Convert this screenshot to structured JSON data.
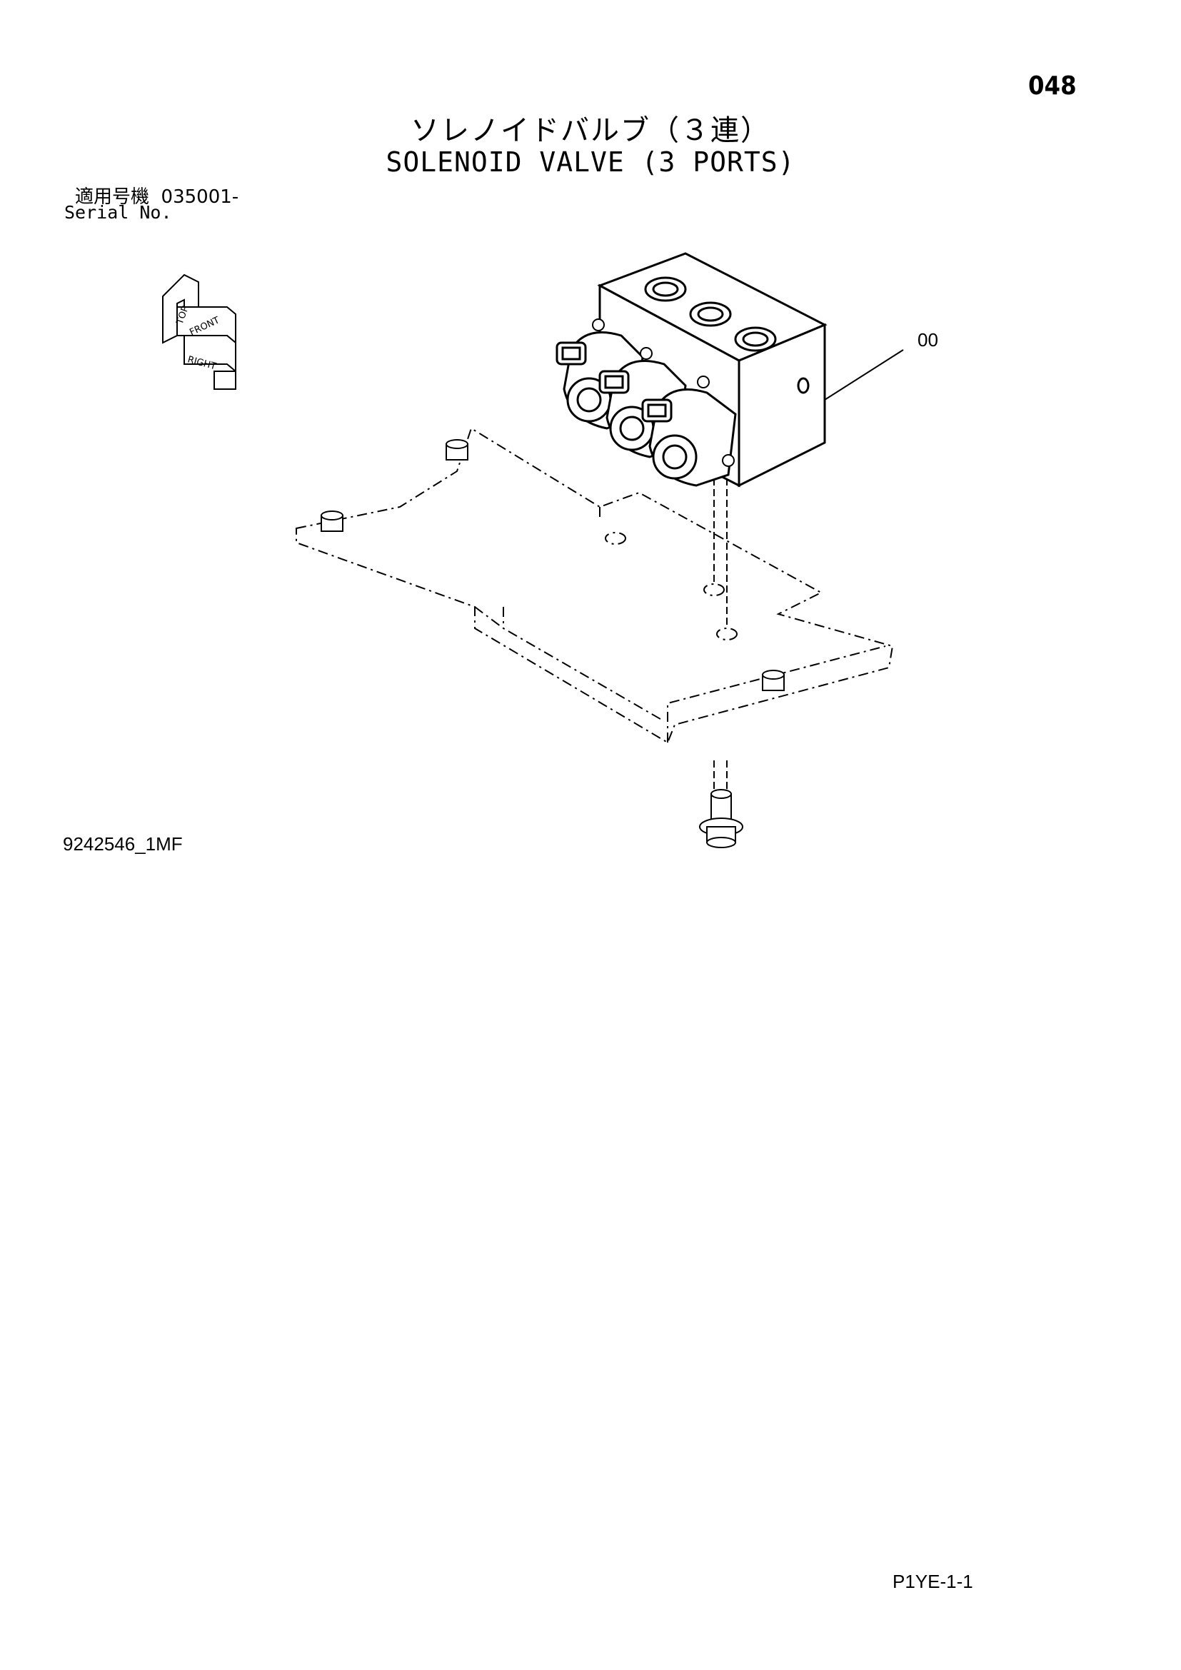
{
  "page": {
    "page_number": "048",
    "title_jp": "ソレノイドバルブ（３連）",
    "title_en": "SOLENOID VALVE (3 PORTS)",
    "serial_label_jp": "適用号機",
    "serial_value": "035001-",
    "serial_label_en": "Serial No.",
    "drawing_number": "9242546_1MF",
    "footer_code": "P1YE-1-1"
  },
  "diagram": {
    "orientation_icon": {
      "labels": [
        "TOP",
        "FRONT",
        "RIGHT"
      ]
    },
    "callouts": [
      {
        "label": "00"
      }
    ]
  }
}
